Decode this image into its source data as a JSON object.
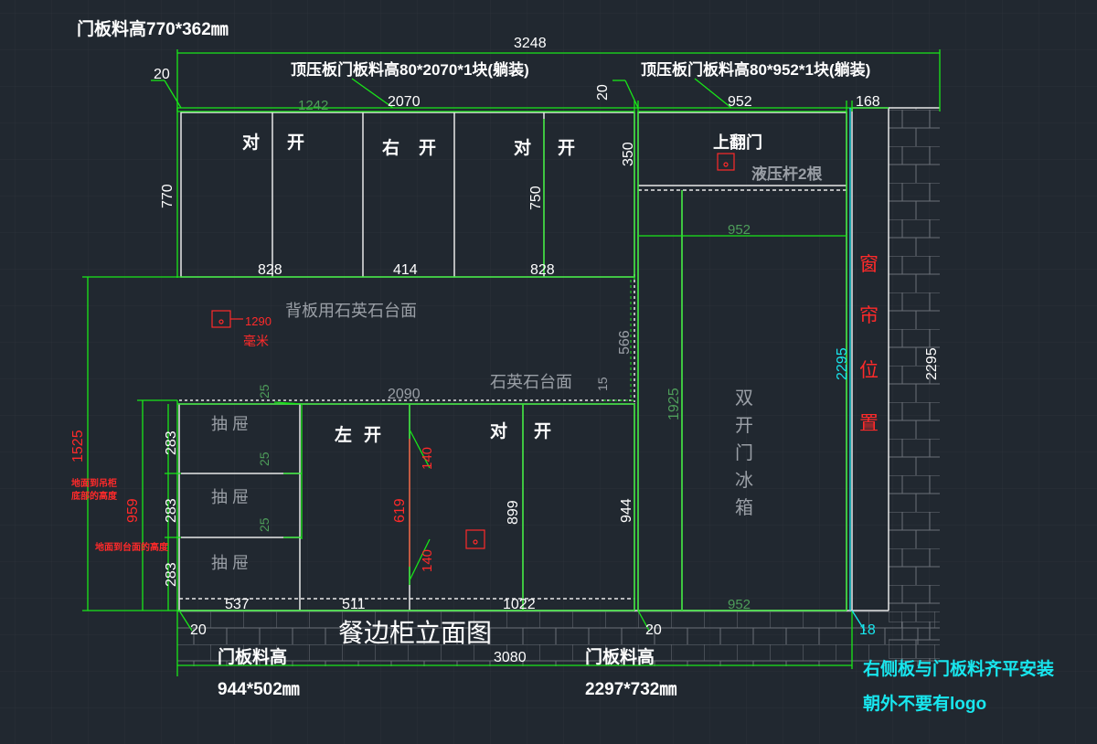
{
  "colors": {
    "background": "#212830",
    "grid": "#2a3139",
    "dimension": "#19e619",
    "cabinet_line": "#e8e8e8",
    "text_white": "#ffffff",
    "text_gray": "#9a9fa6",
    "text_red": "#ff2a2a",
    "text_cyan": "#18e6ee",
    "hatch": "#8a8f95"
  },
  "title": "餐边柜立面图",
  "notes": {
    "top_door_size_label": "门板料高770*362㎜",
    "top_pressing_left": "顶压板门板料高80*2070*1块(躺装)",
    "top_pressing_right": "顶压板门板料高80*952*1块(躺装)",
    "bottom_door_left_label": "门板料高",
    "bottom_door_left_size": "944*502㎜",
    "bottom_door_mid_label": "门板料高",
    "bottom_door_mid_size": "2297*732㎜",
    "right_side_note_1": "右侧板与门板料齐平安装",
    "right_side_note_2": "朝外不要有logo",
    "hydraulic": "液压杆2根",
    "quartz_back": "背板用石英石台面",
    "quartz_counter": "石英石台面",
    "socket_height": "1290",
    "socket_unit": "毫米",
    "floor_to_wall_cabinet": [
      "地面到吊柜",
      "底部的高度"
    ],
    "floor_to_counter": "地面到台面的高度"
  },
  "doors": {
    "upper_left_pair": [
      "对",
      "开"
    ],
    "upper_right_single": [
      "右",
      "开"
    ],
    "upper_right_pair": [
      "对",
      "开"
    ],
    "flap": "上翻门",
    "lower_left_single": [
      "左",
      "开"
    ],
    "lower_pair": [
      "对",
      "开"
    ],
    "drawer_1": "抽 屉",
    "drawer_2": "抽 屉",
    "drawer_3": "抽 屉",
    "fridge": [
      "双",
      "开",
      "门",
      "冰",
      "箱"
    ],
    "curtain": [
      "窗",
      "帘",
      "位",
      "置"
    ]
  },
  "dimensions": {
    "overall_width": "3248",
    "upper_width": "2070",
    "upper_inner": "1242",
    "tall_width": "952",
    "right_gap": "168",
    "left_offset_top": "20",
    "tall_offset_top": "20",
    "upper_height": "770",
    "flap_height": "350",
    "upper_mid_height": "750",
    "upper_w1": "828",
    "upper_w2": "414",
    "upper_w3": "828",
    "tall_inner_width": "952",
    "backsplash_height": "566",
    "counter_width": "2090",
    "counter_gap": "15",
    "gap_25_a": "25",
    "gap_25_b": "25",
    "gap_25_c": "25",
    "drawer_h1": "283",
    "drawer_h2": "283",
    "drawer_h3": "283",
    "handle_140_top": "140",
    "handle_140_bottom": "140",
    "red_619": "619",
    "door_899": "899",
    "door_944": "944",
    "fridge_1925": "1925",
    "tall_height_cyan": "2295",
    "tall_height_right": "2295",
    "base_w1": "537",
    "base_w2": "511",
    "base_w3": "1022",
    "tall_bottom_952": "952",
    "bottom_total": "3080",
    "offset_20_left": "20",
    "offset_20_mid": "20",
    "offset_18_cyan": "18",
    "height_1525": "1525",
    "height_959": "959"
  }
}
